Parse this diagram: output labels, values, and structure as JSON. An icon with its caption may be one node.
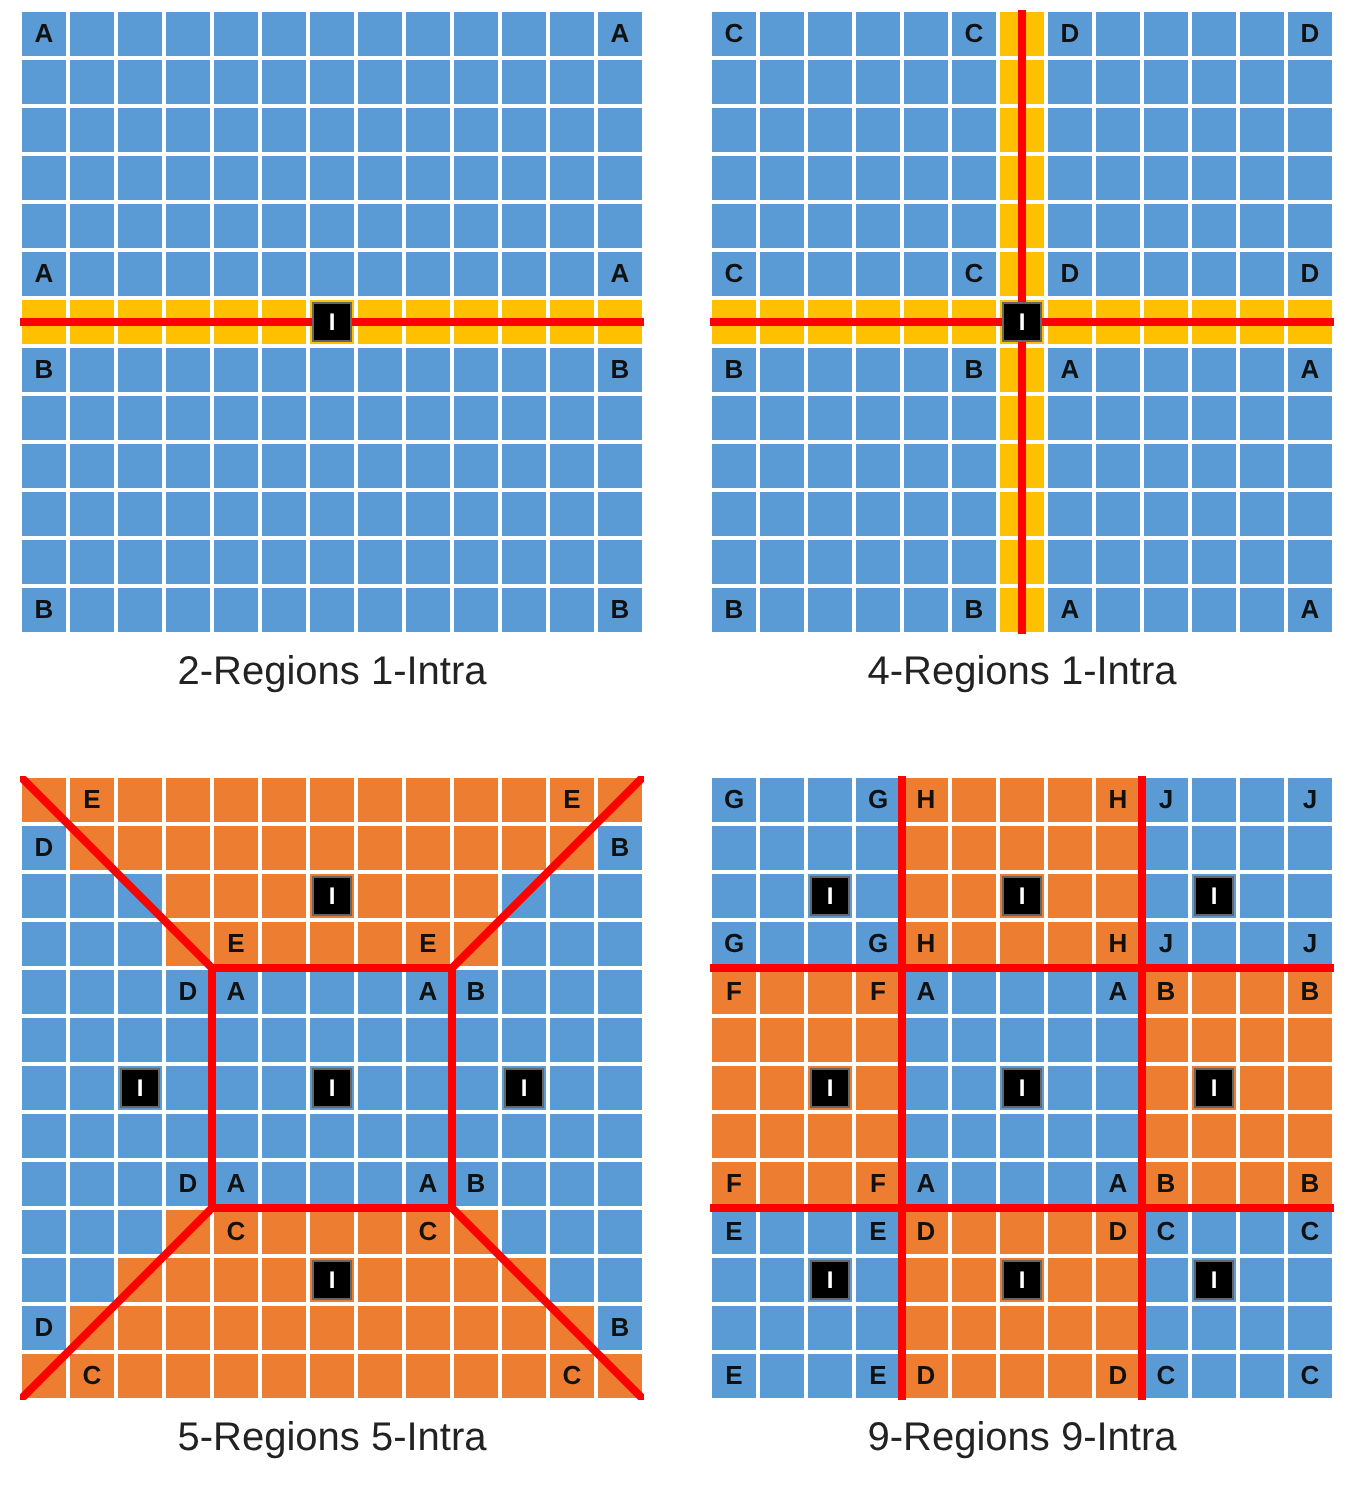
{
  "diagram": {
    "labels": [
      "A",
      "A",
      "A",
      "A",
      "I",
      "B",
      "B",
      "B",
      "B",
      "2-Regions 1-Intra",
      "C",
      "C",
      "D",
      "D",
      "C",
      "C",
      "D",
      "D",
      "I",
      "B",
      "B",
      "A",
      "A",
      "B",
      "B",
      "A",
      "A",
      "4-Regions 1-Intra",
      "E",
      "E",
      "D",
      "B",
      "I",
      "E",
      "E",
      "D",
      "A",
      "A",
      "B",
      "I",
      "I",
      "I",
      "D",
      "A",
      "A",
      "B",
      "C",
      "C",
      "I",
      "D",
      "B",
      "C",
      "C",
      "5-Regions 5-Intra",
      "G",
      "G",
      "H",
      "H",
      "J",
      "J",
      "I",
      "I",
      "I",
      "G",
      "G",
      "H",
      "H",
      "J",
      "J",
      "F",
      "F",
      "A",
      "A",
      "B",
      "B",
      "I",
      "I",
      "I",
      "F",
      "F",
      "A",
      "A",
      "B",
      "B",
      "E",
      "E",
      "D",
      "D",
      "C",
      "C",
      "I",
      "I",
      "I",
      "E",
      "E",
      "D",
      "D",
      "C",
      "C",
      "9-Regions 9-Intra"
    ]
  }
}
